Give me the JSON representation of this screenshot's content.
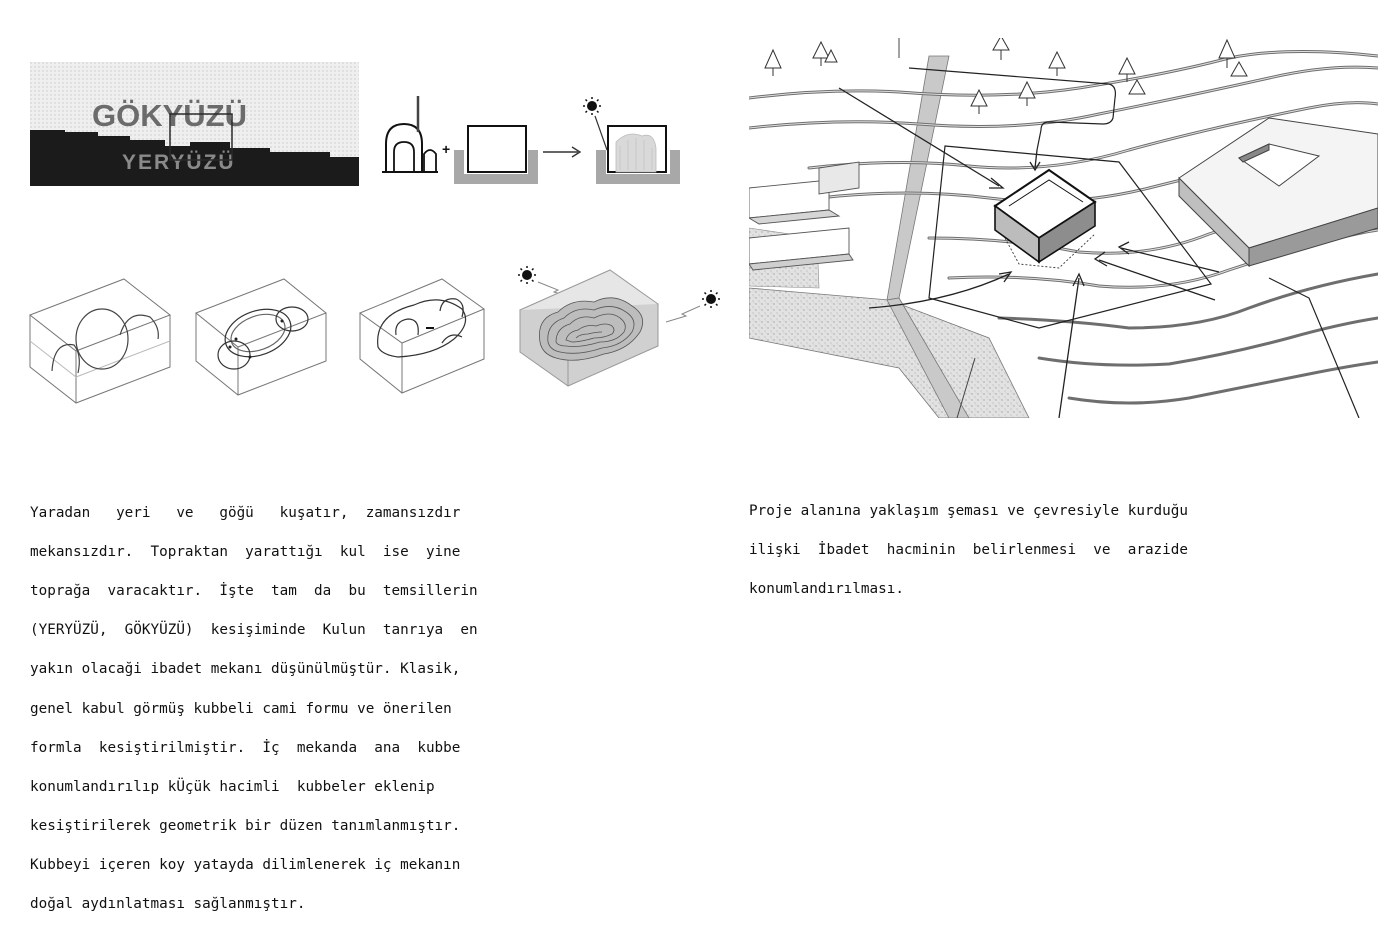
{
  "diagram_left": {
    "sky_word": "GÖKYÜZÜ",
    "earth_word": "YERYÜZÜ",
    "operators": {
      "plus": "+"
    }
  },
  "caption_left": {
    "lines": [
      "Yaradan   yeri   ve   göğü   kuşatır,  zamansızdır",
      "mekansızdır.  Topraktan  yarattığı  kul  ise  yine",
      "toprağa  varacaktır.  İşte  tam  da  bu  temsillerin",
      "(YERYÜZÜ,  GÖKYÜZÜ)  kesişiminde  Kulun  tanrıya  en",
      "yakın olacaği ibadet mekanı düşünülmüştür. Klasik,",
      "genel kabul görmüş kubbeli cami formu ve önerilen",
      "formla  kesiştirilmiştir.  İç  mekanda  ana  kubbe",
      "konumlandırılıp kÜçük hacimli  kubbeler eklenip",
      "kesiştirilerek geometrik bir düzen tanımlanmıştır.",
      "Kubbeyi içeren koy yatayda dilimlenerek iç mekanın",
      "doğal aydınlatması sağlanmıştır."
    ]
  },
  "caption_right": {
    "lines": [
      "Proje alanına yaklaşım şeması ve çevresiyle kurduğu",
      "ilişki  İbadet  hacminin  belirlenmesi  ve  arazide",
      "konumlandırılması."
    ]
  }
}
